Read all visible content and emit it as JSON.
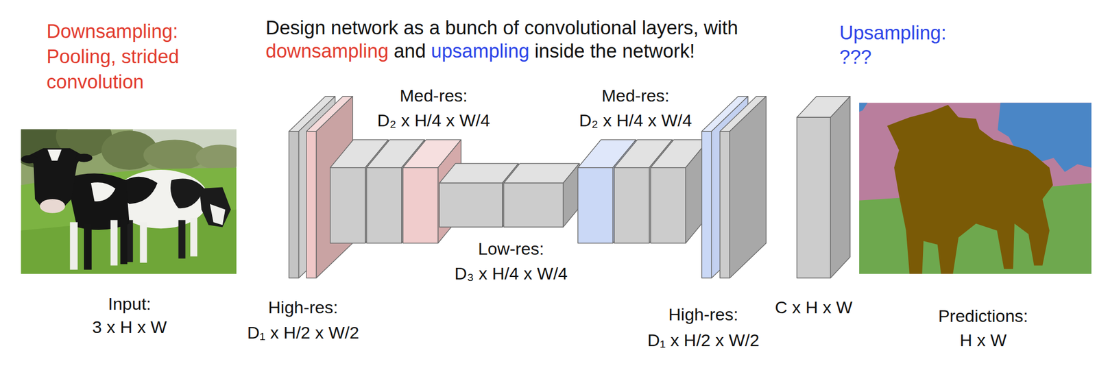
{
  "diagram": {
    "labels": [
      "Downsampling:",
      "Pooling, strided convolution",
      "Design network as a bunch of convolutional layers, with",
      "downsampling",
      "and",
      "upsampling",
      "inside the network!",
      "Upsampling:",
      "???",
      "Med-res:",
      "D₂ x H/4 x W/4",
      "Med-res:",
      "D₂ x H/4 x W/4",
      "Low-res:",
      "D₃ x H/4 x W/4",
      "Input:",
      "3 x H x W",
      "High-res:",
      "D₁ x H/2 x W/2",
      "High-res:",
      "D₁ x H/2 x W/2",
      "C x H x W",
      "Predictions:",
      "H x W"
    ]
  }
}
